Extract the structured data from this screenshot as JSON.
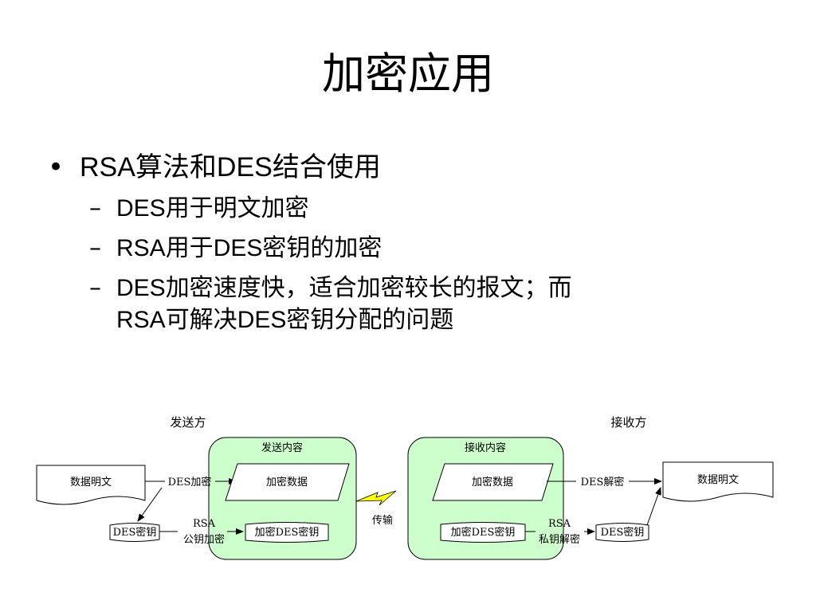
{
  "slide": {
    "title": "加密应用",
    "bullets": [
      {
        "text_parts": [
          "RSA",
          "算法和",
          "DES",
          "结合使用"
        ],
        "sub": [
          {
            "text_parts": [
              "DES",
              "用于明文加密"
            ]
          },
          {
            "text_parts": [
              "RSA",
              "用于",
              "DES",
              "密钥的加密"
            ]
          },
          {
            "text_parts": [
              "DES",
              "加密速度快，适合加密较长的报文；而"
            ],
            "line2_parts": [
              "RSA",
              "可解决",
              "DES",
              "密钥分配的问题"
            ]
          }
        ]
      }
    ]
  },
  "diagram": {
    "sender_label": "发送方",
    "receiver_label": "接收方",
    "send_box_title": "发送内容",
    "recv_box_title": "接收内容",
    "plaintext_left": "数据明文",
    "plaintext_right": "数据明文",
    "des_encrypt": "DES加密",
    "des_decrypt": "DES解密",
    "encrypted_data_send": "加密数据",
    "encrypted_data_recv": "加密数据",
    "des_key_left": "DES密钥",
    "des_key_right": "DES密钥",
    "rsa_pub_line1": "RSA",
    "rsa_pub_line2": "公钥加密",
    "rsa_priv_line1": "RSA",
    "rsa_priv_line2": "私钥解密",
    "enc_des_key_send": "加密DES密钥",
    "enc_des_key_recv": "加密DES密钥",
    "transmit": "传输",
    "colors": {
      "box_fill": "#ccffcc",
      "lightning": "#ffff00",
      "stroke": "#000000"
    }
  }
}
